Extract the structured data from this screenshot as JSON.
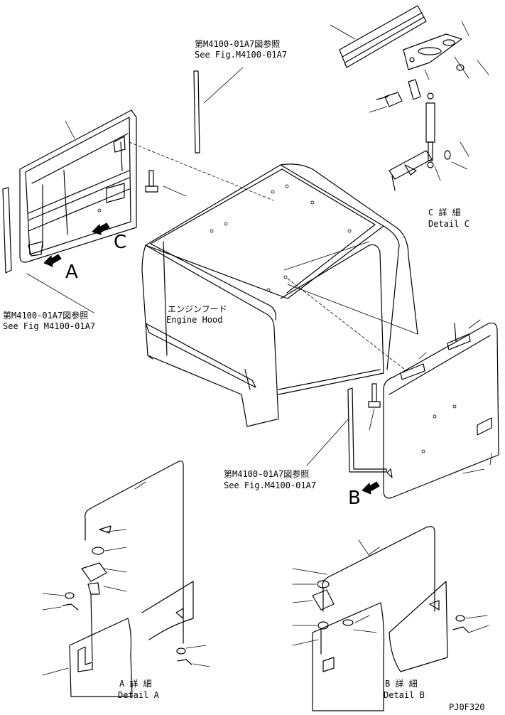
{
  "labels": {
    "ref_top_jp": "第M4100-01A7図参照",
    "ref_top_en": "See Fig.M4100-01A7",
    "ref_left_jp": "第M4100-01A7図参照",
    "ref_left_en": "See Fig M4100-01A7",
    "ref_mid_jp": "第M4100-01A7図参照",
    "ref_mid_en": "See Fig.M4100-01A7",
    "hood_jp": "エンジンフード",
    "hood_en": "Engine Hood",
    "detail_c_jp": "C 詳 細",
    "detail_c_en": "Detail C",
    "detail_a_jp": "A 詳 細",
    "detail_a_en": "Detail A",
    "detail_b_jp": "B 詳 細",
    "detail_b_en": "Detail B",
    "letter_a": "A",
    "letter_b": "B",
    "letter_c": "C",
    "drawing_code": "PJ0F320"
  }
}
